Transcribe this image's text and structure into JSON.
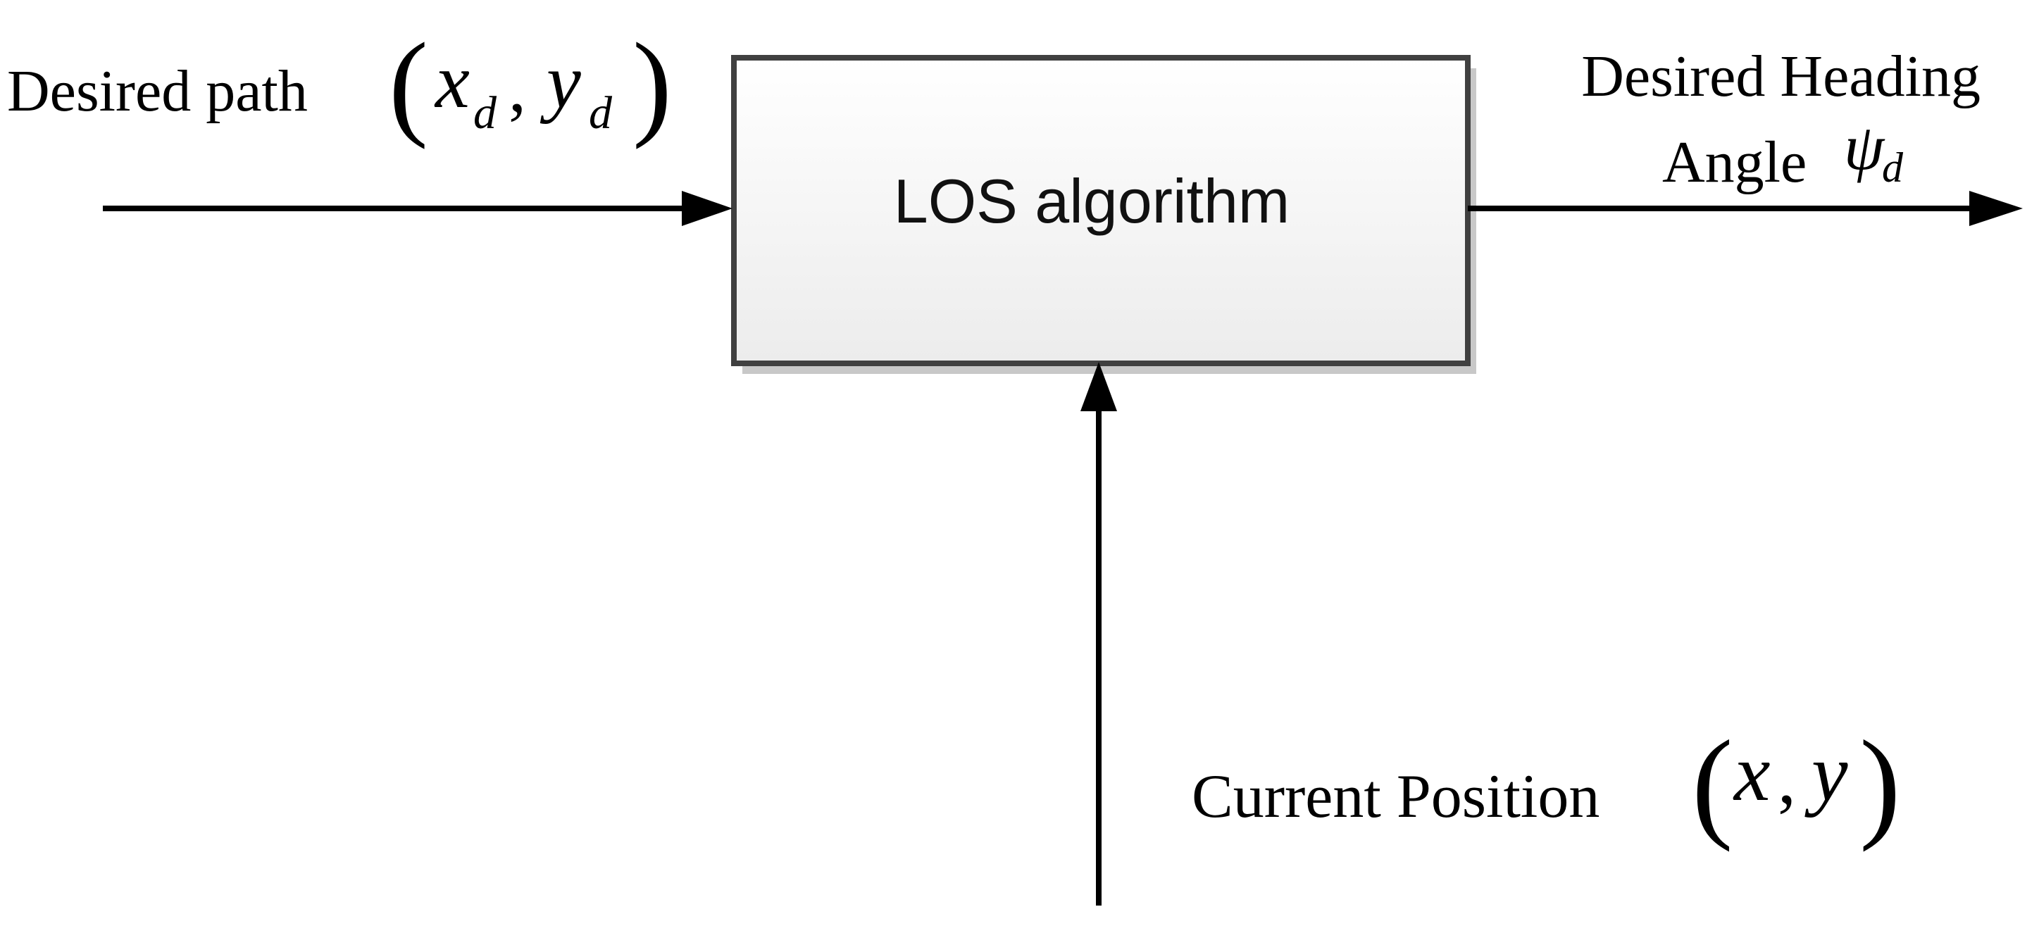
{
  "block": {
    "label": "LOS algorithm"
  },
  "inputs": {
    "desired_path": {
      "label": "Desired path",
      "var_x": "x",
      "var_y": "y",
      "subscript": "d",
      "comma": ","
    },
    "current_position": {
      "label": "Current Position",
      "var_x": "x",
      "var_y": "y",
      "comma": ","
    }
  },
  "output": {
    "line1": "Desired Heading",
    "line2": "Angle",
    "symbol": "ψ",
    "subscript": "d"
  },
  "colors": {
    "box_fill_top": "#ffffff",
    "box_fill_bottom": "#ececec",
    "box_border": "#404040",
    "shadow": "#c8c8c8",
    "arrow": "#000000"
  }
}
